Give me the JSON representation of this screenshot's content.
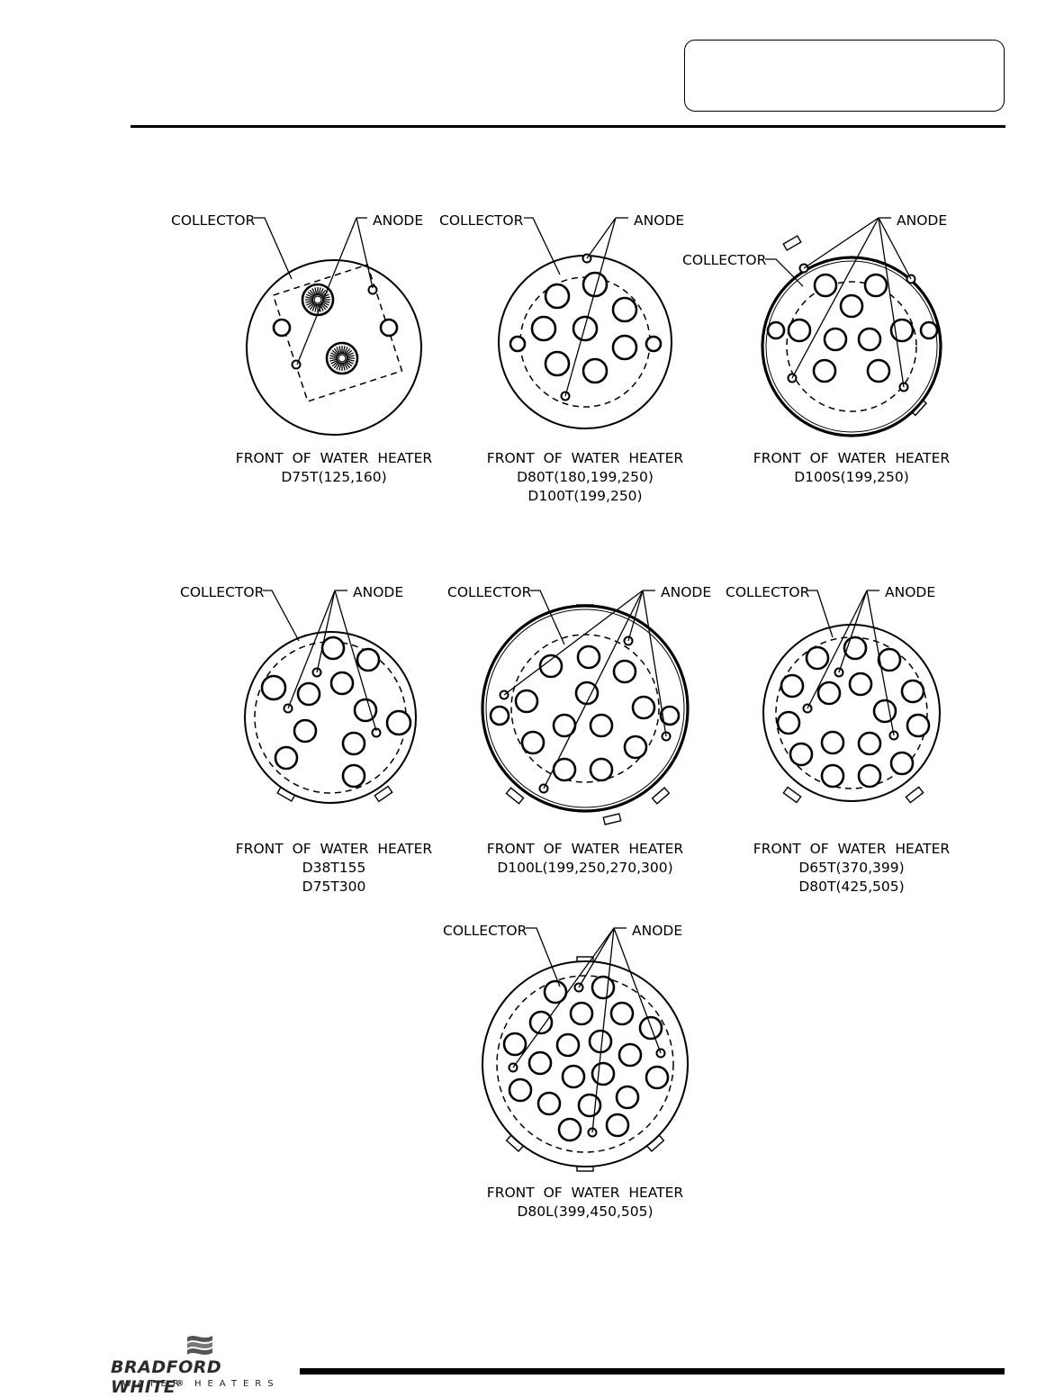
{
  "diagrams": [
    {
      "collector_label": "COLLECTOR",
      "anode_label": "ANODE",
      "caption": [
        "FRONT  OF  WATER  HEATER",
        "D75T(125,160)"
      ]
    },
    {
      "collector_label": "COLLECTOR",
      "anode_label": "ANODE",
      "caption": [
        "FRONT  OF  WATER  HEATER",
        "D80T(180,199,250)",
        "D100T(199,250)"
      ]
    },
    {
      "collector_label": "COLLECTOR",
      "anode_label": "ANODE",
      "caption": [
        "FRONT  OF  WATER  HEATER",
        "D100S(199,250)"
      ]
    },
    {
      "collector_label": "COLLECTOR",
      "anode_label": "ANODE",
      "caption": [
        "FRONT  OF  WATER  HEATER",
        "D38T155",
        "D75T300"
      ]
    },
    {
      "collector_label": "COLLECTOR",
      "anode_label": "ANODE",
      "caption": [
        "FRONT  OF  WATER  HEATER",
        "D100L(199,250,270,300)"
      ]
    },
    {
      "collector_label": "COLLECTOR",
      "anode_label": "ANODE",
      "caption": [
        "FRONT  OF  WATER  HEATER",
        "D65T(370,399)",
        "D80T(425,505)"
      ]
    },
    {
      "collector_label": "COLLECTOR",
      "anode_label": "ANODE",
      "caption": [
        "FRONT  OF  WATER  HEATER",
        "D80L(399,450,505)"
      ]
    }
  ],
  "logo": {
    "brand": "BRADFORD WHITE",
    "registered": "®",
    "subtitle": "WATER HEATERS"
  }
}
